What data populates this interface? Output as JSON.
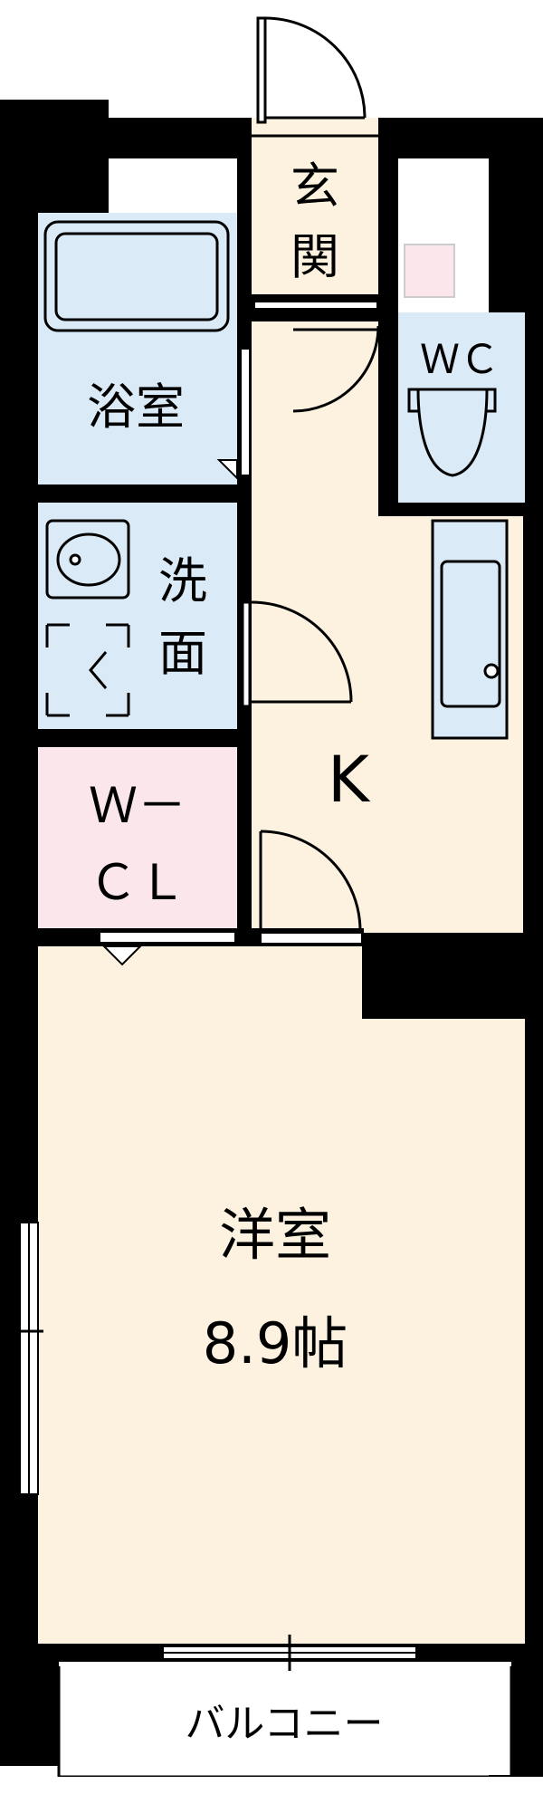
{
  "rooms": {
    "entrance": {
      "label_1": "玄",
      "label_2": "関"
    },
    "bath": {
      "label": "浴室"
    },
    "toilet": {
      "label": "ＷＣ"
    },
    "washroom": {
      "label_1": "洗",
      "label_2": "面"
    },
    "kitchen": {
      "label": "K"
    },
    "closet": {
      "label_1": "Ｗ－",
      "label_2": "ＣＬ"
    },
    "western_room": {
      "label": "洋室",
      "size": "8.9帖"
    },
    "balcony": {
      "label": "バルコニー"
    }
  },
  "colors": {
    "wall": "#000000",
    "floor": "#fcf2df",
    "wet_area": "#dbeaf7",
    "closet": "#fbe6ec",
    "balcony": "#ffffff",
    "pink_box": "#fbe6ec"
  },
  "icons": [
    "door-swing-icon",
    "bathtub-icon",
    "toilet-icon",
    "sink-icon",
    "washing-machine-pan-icon",
    "kitchen-counter-icon",
    "window-icon"
  ]
}
